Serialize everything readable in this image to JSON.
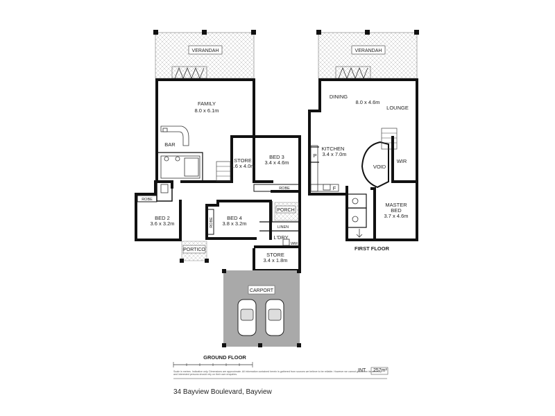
{
  "ground_floor": {
    "title": "GROUND FLOOR",
    "rooms": {
      "verandah": "VERANDAH",
      "family": "FAMILY",
      "family_dims": "8.0 x 6.1m",
      "bar": "BAR",
      "store1": "STORE",
      "store1_dims": "1.6 x 4.0m",
      "bed3": "BED 3",
      "bed3_dims": "3.4 x 4.6m",
      "robe1": "ROBE",
      "robe2": "ROBE",
      "robe3": "ROBE",
      "bed2": "BED 2",
      "bed2_dims": "3.6 x 3.2m",
      "bed4": "BED 4",
      "bed4_dims": "3.8 x 3.2m",
      "porch": "PORCH",
      "linen": "LINEN",
      "laundry": "L'DRY",
      "wm": "WM",
      "portico": "PORTICO",
      "store2": "STORE",
      "store2_dims": "3.4 x 1.8m",
      "carport": "CARPORT"
    }
  },
  "first_floor": {
    "title": "FIRST FLOOR",
    "rooms": {
      "verandah": "VERANDAH",
      "dining": "DINING",
      "living_dims": "8.0 x 4.6m",
      "lounge": "LOUNGE",
      "kitchen": "KITCHEN",
      "kitchen_dims": "3.4 x 7.0m",
      "pantry": "P",
      "fridge": "F",
      "void": "VOID",
      "wir": "WIR",
      "master": "MASTER",
      "bed": "BED",
      "master_dims": "3.7 x 4.6m"
    }
  },
  "footer": {
    "address": "34 Bayview Boulevard, Bayview",
    "area_label": "INT",
    "area_value": "257m²",
    "disclaimer": "Scale in metres. Indicative only. Dimensions are approximate. All information contained herein is gathered from sources we believe to be reliable. However we cannot guarantee its accuracy and interested persons should rely on their own enquiries."
  },
  "colors": {
    "wall": "#111111",
    "hatch": "#bbbbbb",
    "carport_fill": "#a9a9a9"
  }
}
